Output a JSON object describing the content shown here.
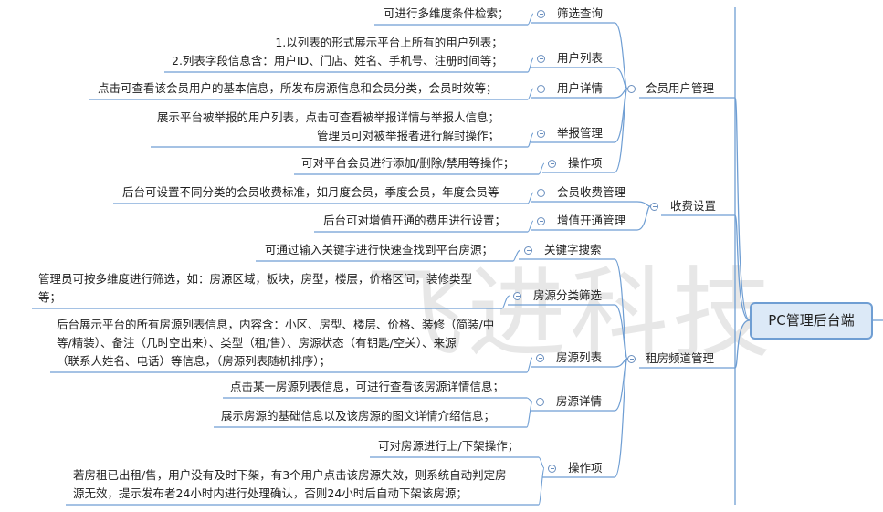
{
  "root": "PC管理后台端",
  "watermark": "飞进科技",
  "branches": [
    {
      "label": "会员用户管理",
      "children": [
        {
          "label": "筛选查询",
          "leaves": [
            "可进行多维度条件检索；"
          ]
        },
        {
          "label": "用户列表",
          "leaves": [
            "1.以列表的形式展示平台上所有的用户列表；\n2.列表字段信息含：用户ID、门店、姓名、手机号、注册时间等；"
          ]
        },
        {
          "label": "用户详情",
          "leaves": [
            "点击可查看该会员用户的基本信息，所发布房源信息和会员分类，会员时效等；"
          ]
        },
        {
          "label": "举报管理",
          "leaves": [
            "展示平台被举报的用户列表，点击可查看被举报详情与举报人信息；\n管理员可对被举报者进行解封操作；"
          ]
        },
        {
          "label": "操作项",
          "leaves": [
            "可对平台会员进行添加/删除/禁用等操作；"
          ]
        }
      ]
    },
    {
      "label": "收费设置",
      "children": [
        {
          "label": "会员收费管理",
          "leaves": [
            "后台可设置不同分类的会员收费标准，如月度会员，季度会员，年度会员等"
          ]
        },
        {
          "label": "增值开通管理",
          "leaves": [
            "后台可对增值开通的费用进行设置；"
          ]
        }
      ]
    },
    {
      "label": "租房频道管理",
      "children": [
        {
          "label": "关键字搜索",
          "leaves": [
            "可通过输入关键字进行快速查找到平台房源；"
          ]
        },
        {
          "label": "房源分类筛选",
          "leaves": [
            "管理员可按多维度进行筛选，如：房源区域，板块，房型，楼层，价格区间，装修类型\n等；"
          ]
        },
        {
          "label": "房源列表",
          "leaves": [
            "后台展示平台的所有房源列表信息，内容含：小区、房型、楼层、价格、装修（简装/中\n等/精装）、备注（几时空出来）、类型（租/售）、房源状态（有钥匙/空关）、来源\n（联系人姓名、电话）等信息，（房源列表随机排序）；"
          ]
        },
        {
          "label": "房源详情",
          "leaves": [
            "点击某一房源列表信息，可进行查看该房源详情信息；",
            "展示房源的基础信息以及该房源的图文详情介绍信息；"
          ]
        },
        {
          "label": "操作项",
          "leaves": [
            "可对房源进行上/下架操作；",
            "若房租已出租/售，用户没有及时下架，有3个用户点击该房源失效，则系统自动判定房\n源无效，提示发布者24小时内进行处理确认，否则24小时后自动下架该房源；"
          ]
        }
      ]
    }
  ]
}
